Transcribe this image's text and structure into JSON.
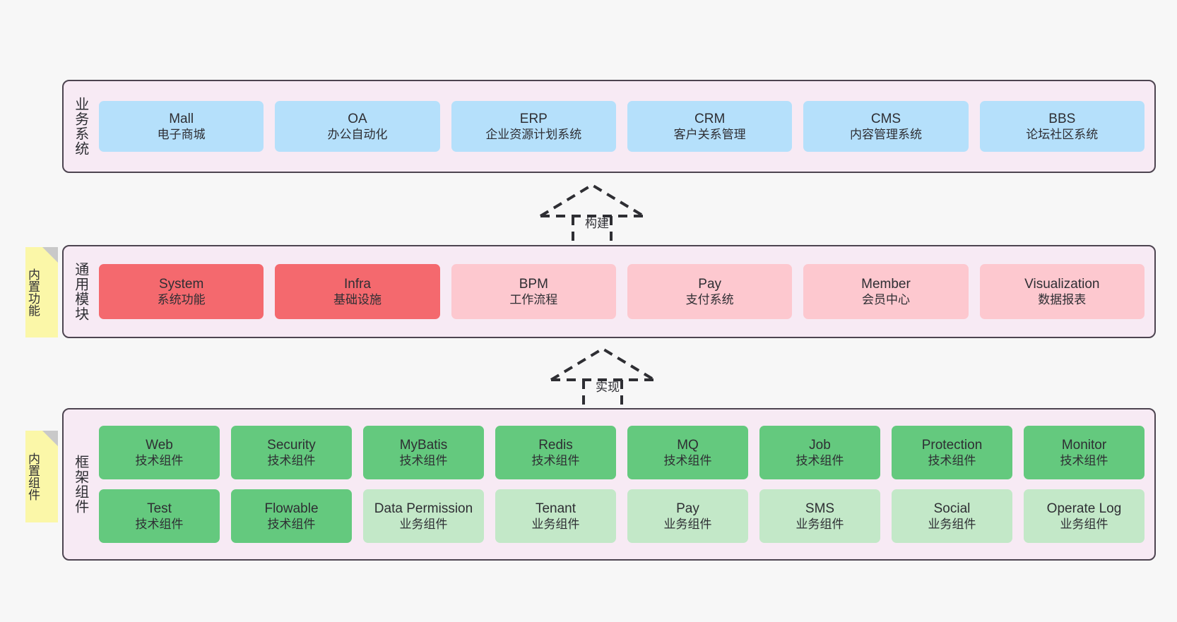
{
  "diagram": {
    "title": "Platform architecture layers",
    "colors": {
      "layer_background": "#f7eaf4",
      "layer_border": "#4d4450",
      "business_card": "#b5e0fb",
      "module_core_card": "#f4696e",
      "module_card": "#fdc8cf",
      "tech_component_card": "#64c97e",
      "biz_component_card": "#c3e8c8",
      "sticky_note": "#fbf7a8",
      "sticky_fold": "#c9c9c9",
      "canvas": "#f7f7f7"
    }
  },
  "layers": {
    "business": {
      "label": "业务系统",
      "cards": [
        {
          "title": "Mall",
          "subtitle": "电子商城"
        },
        {
          "title": "OA",
          "subtitle": "办公自动化"
        },
        {
          "title": "ERP",
          "subtitle": "企业资源计划系统"
        },
        {
          "title": "CRM",
          "subtitle": "客户关系管理"
        },
        {
          "title": "CMS",
          "subtitle": "内容管理系统"
        },
        {
          "title": "BBS",
          "subtitle": "论坛社区系统"
        }
      ]
    },
    "modules": {
      "label": "通用模块",
      "sticky": "内置功能",
      "cards": [
        {
          "title": "System",
          "subtitle": "系统功能"
        },
        {
          "title": "Infra",
          "subtitle": "基础设施"
        },
        {
          "title": "BPM",
          "subtitle": "工作流程"
        },
        {
          "title": "Pay",
          "subtitle": "支付系统"
        },
        {
          "title": "Member",
          "subtitle": "会员中心"
        },
        {
          "title": "Visualization",
          "subtitle": "数据报表"
        }
      ]
    },
    "framework": {
      "label": "框架组件",
      "sticky": "内置组件",
      "row_tech": [
        {
          "title": "Web",
          "subtitle": "技术组件"
        },
        {
          "title": "Security",
          "subtitle": "技术组件"
        },
        {
          "title": "MyBatis",
          "subtitle": "技术组件"
        },
        {
          "title": "Redis",
          "subtitle": "技术组件"
        },
        {
          "title": "MQ",
          "subtitle": "技术组件"
        },
        {
          "title": "Job",
          "subtitle": "技术组件"
        },
        {
          "title": "Protection",
          "subtitle": "技术组件"
        },
        {
          "title": "Monitor",
          "subtitle": "技术组件"
        }
      ],
      "row_biz": [
        {
          "title": "Test",
          "subtitle": "技术组件",
          "kind": "tech"
        },
        {
          "title": "Flowable",
          "subtitle": "技术组件",
          "kind": "tech"
        },
        {
          "title": "Data Permission",
          "subtitle": "业务组件",
          "kind": "biz"
        },
        {
          "title": "Tenant",
          "subtitle": "业务组件",
          "kind": "biz"
        },
        {
          "title": "Pay",
          "subtitle": "业务组件",
          "kind": "biz"
        },
        {
          "title": "SMS",
          "subtitle": "业务组件",
          "kind": "biz"
        },
        {
          "title": "Social",
          "subtitle": "业务组件",
          "kind": "biz"
        },
        {
          "title": "Operate Log",
          "subtitle": "业务组件",
          "kind": "biz"
        }
      ]
    }
  },
  "connectors": [
    {
      "label": "构建",
      "from": "通用模块",
      "to": "业务系统"
    },
    {
      "label": "实现",
      "from": "框架组件",
      "to": "通用模块"
    }
  ]
}
